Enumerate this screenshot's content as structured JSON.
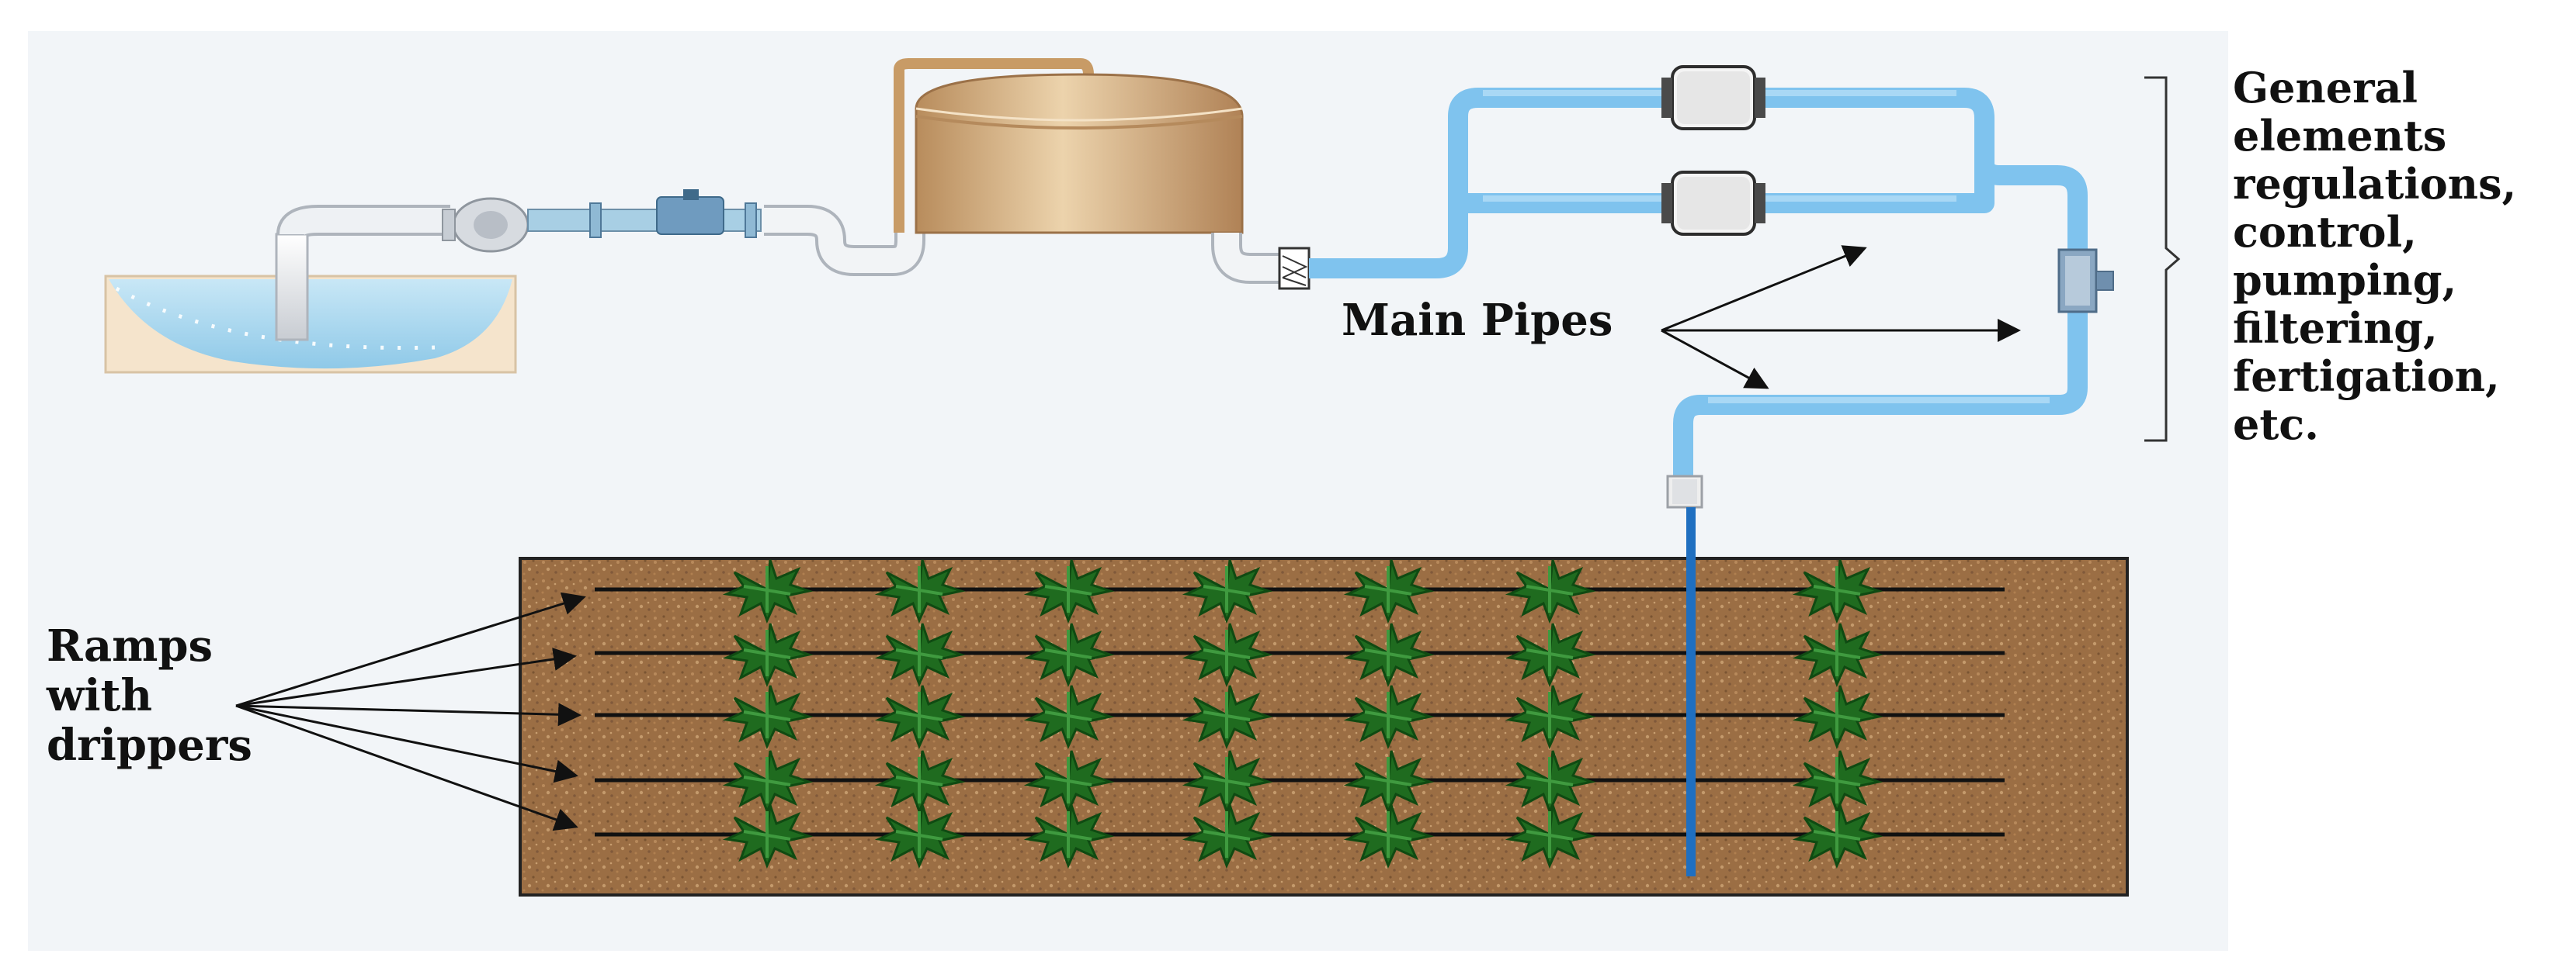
{
  "labels": {
    "main_pipes": "Main Pipes",
    "ramps": [
      "Ramps",
      "with",
      "drippers"
    ],
    "general": [
      "General",
      "elements",
      "regulations,",
      "control,",
      "pumping,",
      "filtering,",
      "fertigation,",
      "etc."
    ]
  },
  "colors": {
    "panel_bg": "#f2f5f8",
    "water": "#a9d6ee",
    "reservoir": "#f5e4cc",
    "pipe": "#7fc3ee",
    "lateral": "#111111",
    "submain": "#1f6fc0",
    "soil": "#9b6e44",
    "plant": "#1f6b1f",
    "tank": "#d8b489"
  },
  "icons": {
    "tank": "storage-tank-icon",
    "pump": "pump-icon",
    "valve": "valve-icon",
    "filter": "filter-icon",
    "plant": "plant-icon"
  }
}
